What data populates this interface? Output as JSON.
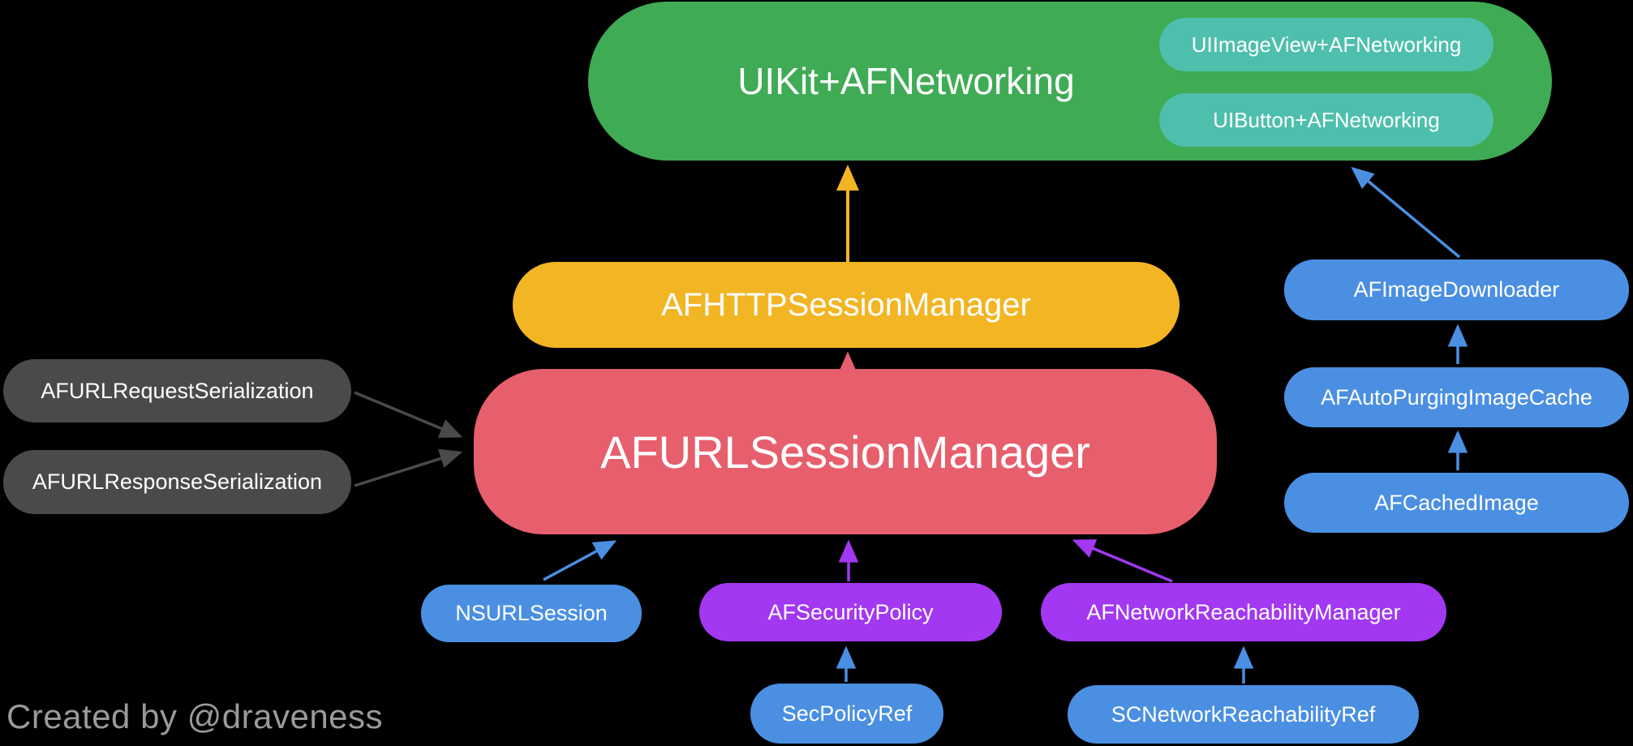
{
  "canvas": {
    "background": "#000000"
  },
  "credit": {
    "text": "Created by @draveness",
    "color": "#9A9A9A"
  },
  "colors": {
    "green": "#3FAB55",
    "teal": "#4EBFAD",
    "yellow": "#F2B523",
    "red": "#E75F6D",
    "blue": "#4A8FE2",
    "purple": "#A238F1",
    "dark": "#4A4A4A",
    "text": "#FFFFFF"
  },
  "nodes": {
    "uikit": {
      "label": "UIKit+AFNetworking",
      "color": "#3FAB55"
    },
    "uiimageview": {
      "label": "UIImageView+AFNetworking",
      "color": "#4EBFAD"
    },
    "uibutton": {
      "label": "UIButton+AFNetworking",
      "color": "#4EBFAD"
    },
    "afhttp_session_manager": {
      "label": "AFHTTPSessionManager",
      "color": "#F2B523"
    },
    "afurl_session_manager": {
      "label": "AFURLSessionManager",
      "color": "#E75F6D"
    },
    "afurl_request_serialization": {
      "label": "AFURLRequestSerialization",
      "color": "#4A4A4A"
    },
    "afurl_response_serialization": {
      "label": "AFURLResponseSerialization",
      "color": "#4A4A4A"
    },
    "af_image_downloader": {
      "label": "AFImageDownloader",
      "color": "#4A8FE2"
    },
    "af_auto_purging_image_cache": {
      "label": "AFAutoPurgingImageCache",
      "color": "#4A8FE2"
    },
    "af_cached_image": {
      "label": "AFCachedImage",
      "color": "#4A8FE2"
    },
    "nsurlsession": {
      "label": "NSURLSession",
      "color": "#4A8FE2"
    },
    "af_security_policy": {
      "label": "AFSecurityPolicy",
      "color": "#A238F1"
    },
    "af_network_reachability_manager": {
      "label": "AFNetworkReachabilityManager",
      "color": "#A238F1"
    },
    "sec_policy_ref": {
      "label": "SecPolicyRef",
      "color": "#4A8FE2"
    },
    "sc_network_reachability_ref": {
      "label": "SCNetworkReachabilityRef",
      "color": "#4A8FE2"
    }
  },
  "arrows": [
    {
      "from": "AFHTTPSessionManager",
      "to": "UIKit+AFNetworking",
      "color": "#F2B523"
    },
    {
      "from": "AFURLSessionManager",
      "to": "AFHTTPSessionManager",
      "color": "#E75F6D"
    },
    {
      "from": "AFURLRequestSerialization",
      "to": "AFURLSessionManager",
      "color": "#4A4A4A"
    },
    {
      "from": "AFURLResponseSerialization",
      "to": "AFURLSessionManager",
      "color": "#4A4A4A"
    },
    {
      "from": "NSURLSession",
      "to": "AFURLSessionManager",
      "color": "#4A8FE2"
    },
    {
      "from": "AFSecurityPolicy",
      "to": "AFURLSessionManager",
      "color": "#A238F1"
    },
    {
      "from": "AFNetworkReachabilityManager",
      "to": "AFURLSessionManager",
      "color": "#A238F1"
    },
    {
      "from": "SecPolicyRef",
      "to": "AFSecurityPolicy",
      "color": "#4A8FE2"
    },
    {
      "from": "SCNetworkReachabilityRef",
      "to": "AFNetworkReachabilityManager",
      "color": "#4A8FE2"
    },
    {
      "from": "AFAutoPurgingImageCache",
      "to": "AFImageDownloader",
      "color": "#4A8FE2"
    },
    {
      "from": "AFCachedImage",
      "to": "AFAutoPurgingImageCache",
      "color": "#4A8FE2"
    },
    {
      "from": "AFImageDownloader",
      "to": "UIButton+AFNetworking",
      "color": "#4A8FE2"
    }
  ]
}
